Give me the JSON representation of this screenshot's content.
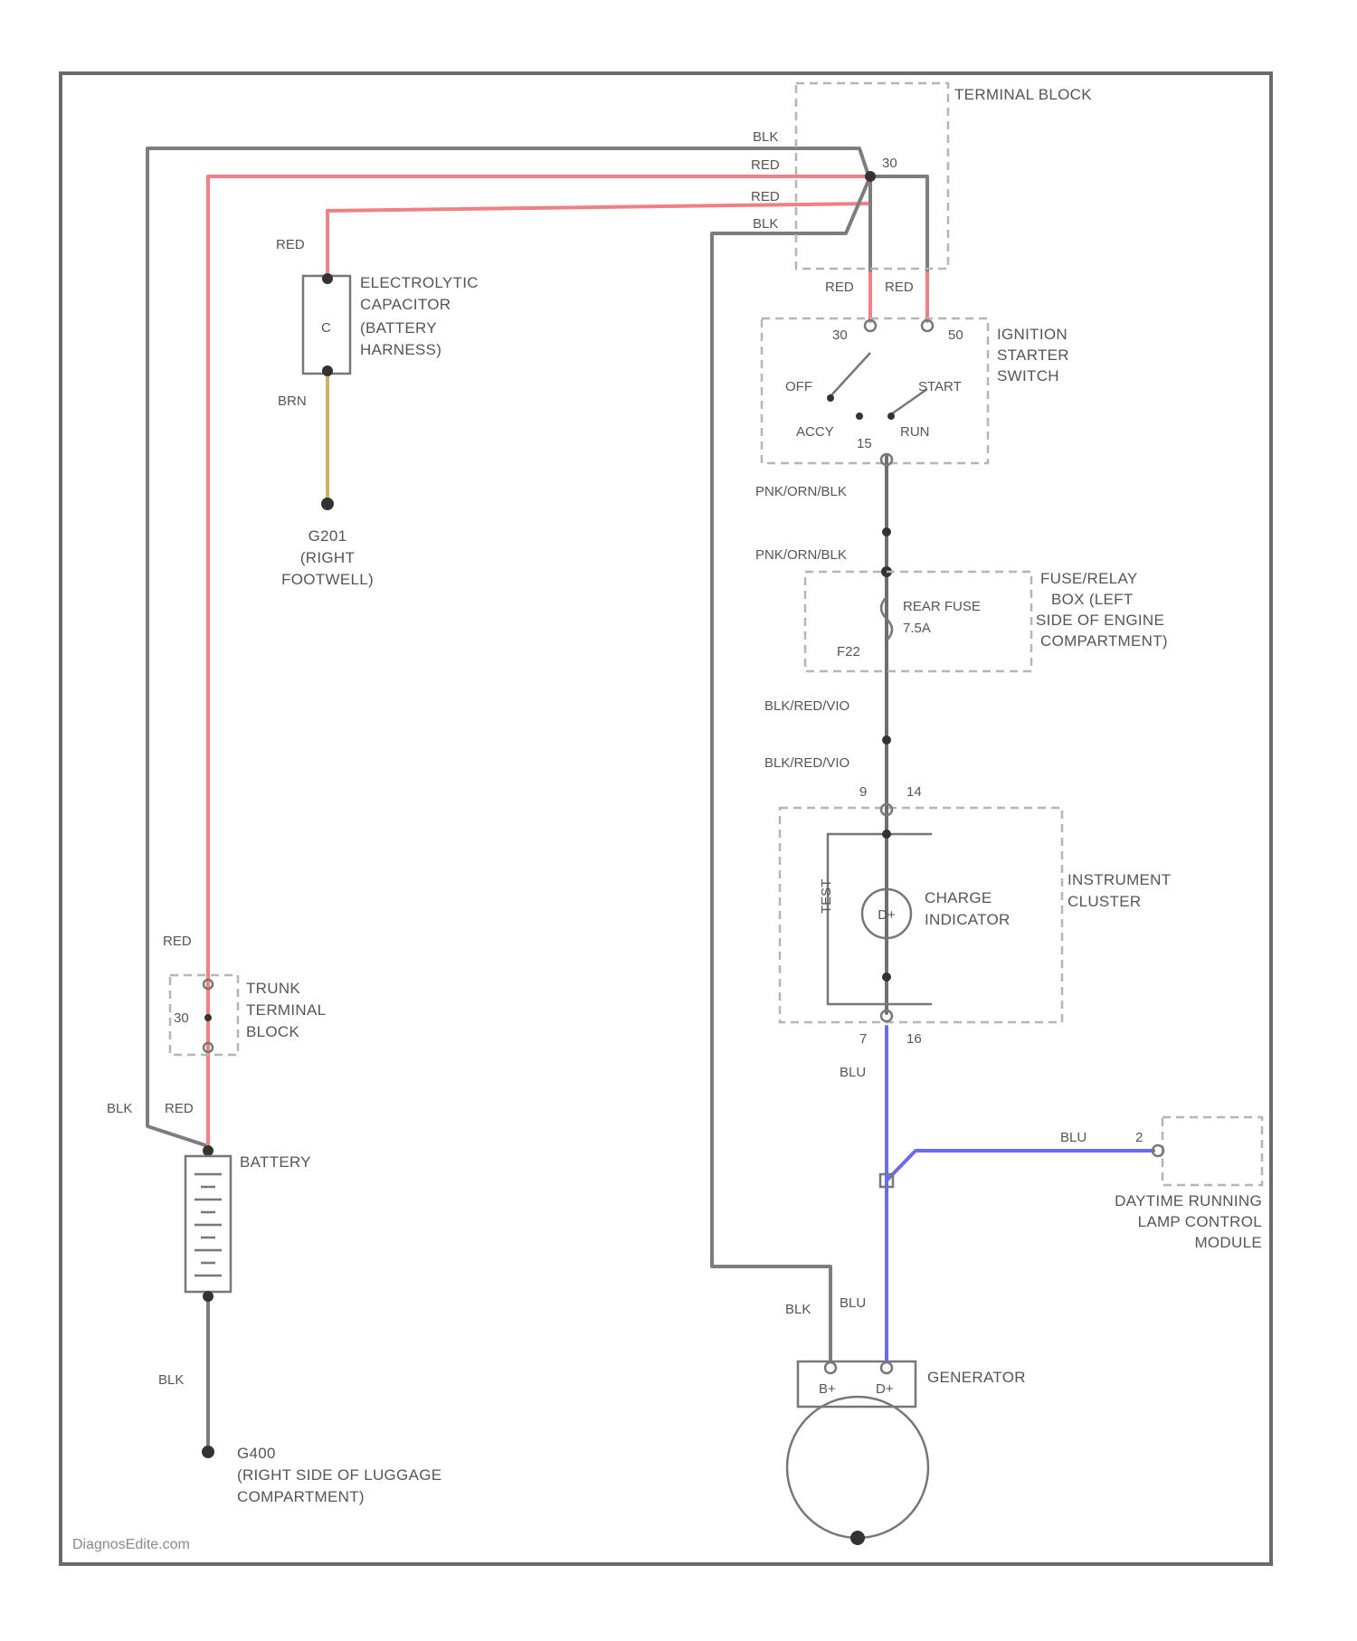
{
  "colors": {
    "red_wire": "#f07f86",
    "black_wire": "#7d7d7d",
    "blue_wire": "#6a6cf0",
    "brown_wire": "#c9b36a",
    "frame": "#6a6a6a",
    "box": "#b5b5b5",
    "text": "#555555"
  },
  "components": {
    "terminal_block": "TERMINAL BLOCK",
    "capacitor": [
      "ELECTROLYTIC",
      "CAPACITOR",
      "(BATTERY",
      "HARNESS)"
    ],
    "capacitor_pin": "C",
    "ground_g201": [
      "G201",
      "(RIGHT",
      "FOOTWELL)"
    ],
    "ignition_switch": [
      "IGNITION",
      "STARTER",
      "SWITCH"
    ],
    "ignition_positions": {
      "off": "OFF",
      "start": "START",
      "acc": "ACCY",
      "run": "RUN"
    },
    "fuse_box": [
      "FUSE/RELAY",
      "BOX (LEFT",
      "SIDE OF ENGINE",
      "COMPARTMENT)"
    ],
    "fuse": [
      "REAR FUSE",
      "7.5A"
    ],
    "fuse_id": "F22",
    "instrument_cluster": [
      "INSTRUMENT",
      "CLUSTER"
    ],
    "charge_indicator": [
      "CHARGE",
      "INDICATOR"
    ],
    "cluster_side_label": "TEST",
    "trunk_terminal_block": [
      "TRUNK",
      "TERMINAL",
      "BLOCK"
    ],
    "trunk_pin": "30",
    "battery": "BATTERY",
    "ground_g400": [
      "G400",
      "(RIGHT SIDE OF LUGGAGE",
      "COMPARTMENT)"
    ],
    "drl_module": [
      "DAYTIME RUNNING",
      "LAMP CONTROL",
      "MODULE"
    ],
    "generator": "GENERATOR",
    "generator_pins": {
      "b_plus": "B+",
      "d_plus": "D+"
    }
  },
  "wire_labels": {
    "blk_top": "BLK",
    "red_top1": "RED",
    "red_top2": "RED",
    "blk_top2": "BLK",
    "red_cap": "RED",
    "brn_cap": "BRN",
    "red_sw1": "RED",
    "red_sw2": "RED",
    "pnk_org_blk1": "PNK/ORN/BLK",
    "pnk_org_blk2": "PNK/ORN/BLK",
    "blk_red_vio1": "BLK/RED/VIO",
    "blk_red_vio2": "BLK/RED/VIO",
    "blu1": "BLU",
    "blu_drl": "BLU",
    "blu2": "BLU",
    "blk_gen": "BLK",
    "red_trunk": "RED",
    "blk_batt": "BLK",
    "red_batt": "RED",
    "blk_gnd": "BLK"
  },
  "pin_labels": {
    "tb_30": "30",
    "sw_30": "30",
    "sw_50": "50",
    "sw_15": "15",
    "cl_9": "9",
    "cl_14": "14",
    "cl_7": "7",
    "cl_16": "16",
    "drl_2": "2"
  },
  "watermark": "DiagnosEdite.com"
}
